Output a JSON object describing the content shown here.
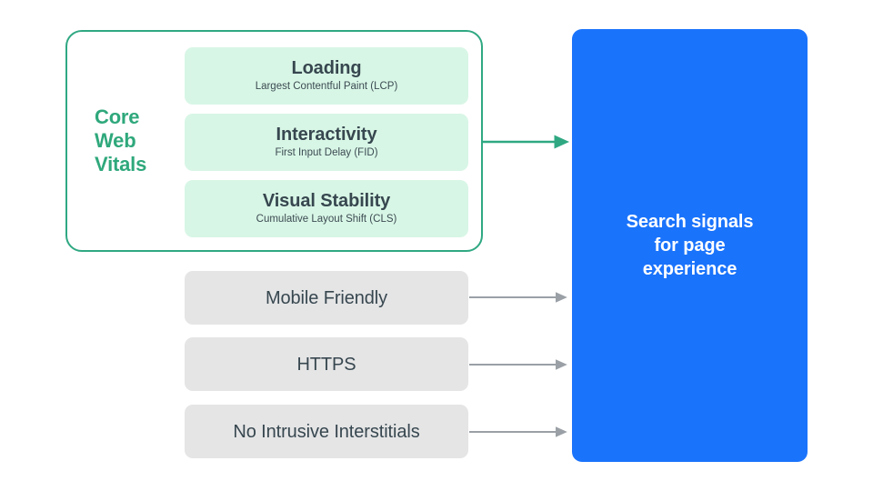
{
  "diagram": {
    "title_text": "Core Web Vitals to Search signals for page experience",
    "colors": {
      "green_accent": "#2FA87C",
      "green_border": "#2FA882",
      "mint_fill": "#D8F6E6",
      "gray_fill": "#E5E5E6",
      "blue_fill": "#1A73FB",
      "dark_text": "#37474F",
      "gray_arrow": "#9AA0A6",
      "white": "#FFFFFF"
    }
  },
  "core_web_vitals": {
    "group_label": "Core\nWeb\nVitals",
    "group_label_lines": [
      "Core",
      "Web",
      "Vitals"
    ],
    "metrics": [
      {
        "title": "Loading",
        "subtitle": "Largest Contentful Paint (LCP)"
      },
      {
        "title": "Interactivity",
        "subtitle": "First Input Delay (FID)"
      },
      {
        "title": "Visual Stability",
        "subtitle": "Cumulative Layout Shift (CLS)"
      }
    ]
  },
  "other_signals": [
    {
      "label": "Mobile Friendly"
    },
    {
      "label": "HTTPS"
    },
    {
      "label": "No Intrusive Interstitials"
    }
  ],
  "outcome": {
    "label": "Search signals\nfor page\nexperience"
  },
  "arrows": [
    {
      "name": "core-web-vitals-arrow",
      "color": "#2FA882"
    },
    {
      "name": "mobile-friendly-arrow",
      "color": "#9AA0A6"
    },
    {
      "name": "https-arrow",
      "color": "#9AA0A6"
    },
    {
      "name": "no-intrusive-interstitials-arrow",
      "color": "#9AA0A6"
    }
  ]
}
